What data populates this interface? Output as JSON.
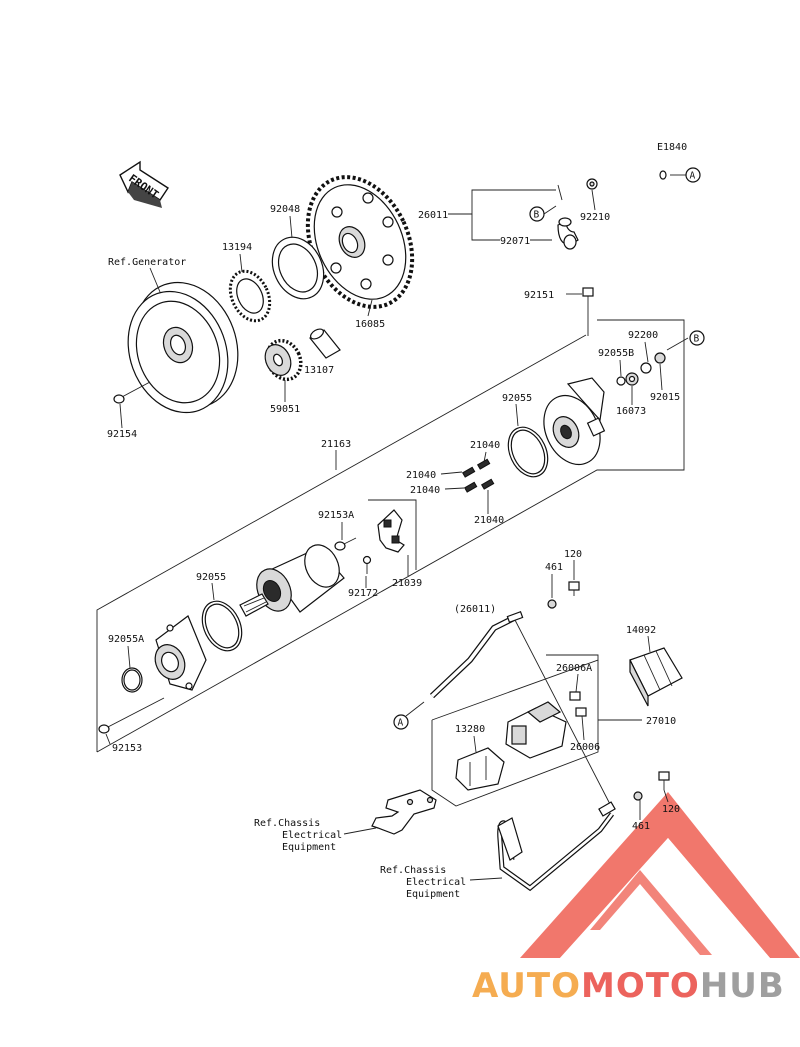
{
  "diagram_id": "E1840",
  "front_label": "FRONT",
  "refs": {
    "generator": "Ref.Generator",
    "chassis_1": [
      "Ref.Chassis",
      "Electrical",
      "Equipment"
    ],
    "chassis_2": [
      "Ref.Chassis",
      "Electrical",
      "Equipment"
    ]
  },
  "connectors": {
    "a": "A",
    "b": "B"
  },
  "parts": {
    "p26011": "26011",
    "p92210": "92210",
    "p92071": "92071",
    "p92048": "92048",
    "p13194": "13194",
    "p16085": "16085",
    "p13107": "13107",
    "p59051": "59051",
    "p92154": "92154",
    "p92151": "92151",
    "p92200": "92200",
    "p92055B": "92055B",
    "p16073": "16073",
    "p92015": "92015",
    "p92055_top": "92055",
    "p21163": "21163",
    "p21040_a": "21040",
    "p21040_b": "21040",
    "p21040_c": "21040",
    "p21040_d": "21040",
    "p92153A": "92153A",
    "p92172": "92172",
    "p21039": "21039",
    "p92055_mid": "92055",
    "p92055A": "92055A",
    "p92153": "92153",
    "p461_top": "461",
    "p120_top": "120",
    "p26011_ref": "(26011)",
    "p14092": "14092",
    "p26006A": "26006A",
    "p27010": "27010",
    "p13280": "13280",
    "p26006": "26006",
    "p461_bot": "461",
    "p120_bot": "120"
  },
  "watermark": {
    "part1": "AUTO",
    "part2": "MOTO",
    "part3": "HUB"
  },
  "colors": {
    "watermark_red": "#e8413a",
    "watermark_orange": "#f39a2b",
    "watermark_gray": "#8a8a8a",
    "line": "#222222"
  }
}
